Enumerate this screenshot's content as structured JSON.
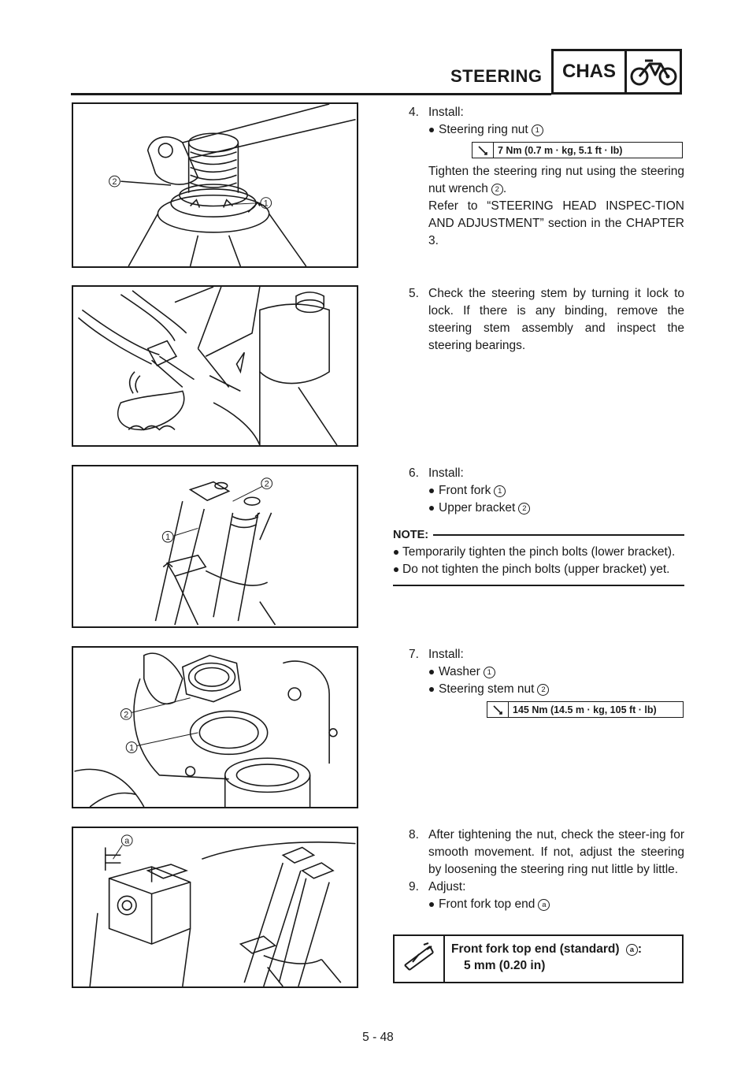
{
  "header": {
    "section_title": "STEERING",
    "section_code": "CHAS",
    "section_icon": "motorcycle-icon"
  },
  "figures": {
    "fig1": {
      "callouts": [
        "2",
        "1"
      ]
    },
    "fig2": {
      "callouts": []
    },
    "fig3": {
      "callouts": [
        "2",
        "1"
      ]
    },
    "fig4": {
      "callouts": [
        "2",
        "1"
      ]
    },
    "fig5": {
      "callouts": [
        "a"
      ]
    }
  },
  "steps": {
    "s4": {
      "num": "4.",
      "title": "Install:",
      "bullet1": "Steering ring nut",
      "bullet1_ref": "1",
      "torque": "7 Nm (0.7 m · kg, 5.1 ft · lb)",
      "para1_a": "Tighten the steering ring nut using the steering nut wrench",
      "para1_ref": "2",
      "para1_b": ".",
      "para2": "Refer to “STEERING HEAD INSPEC-TION AND ADJUSTMENT” section in the CHAPTER 3."
    },
    "s5": {
      "num": "5.",
      "text": "Check the steering stem by turning it lock to lock. If there is any binding, remove the steering stem assembly and inspect the steering bearings."
    },
    "s6": {
      "num": "6.",
      "title": "Install:",
      "bullet1": "Front fork",
      "bullet1_ref": "1",
      "bullet2": "Upper bracket",
      "bullet2_ref": "2",
      "note_label": "NOTE:",
      "note1": "Temporarily tighten the pinch bolts (lower bracket).",
      "note2": "Do not tighten the pinch bolts (upper bracket) yet."
    },
    "s7": {
      "num": "7.",
      "title": "Install:",
      "bullet1": "Washer",
      "bullet1_ref": "1",
      "bullet2": "Steering stem nut",
      "bullet2_ref": "2",
      "torque": "145 Nm (14.5 m · kg, 105 ft · lb)"
    },
    "s8": {
      "num": "8.",
      "text": "After tightening the nut, check the steer-ing for smooth movement. If not, adjust the steering by loosening the steering ring nut little by little."
    },
    "s9": {
      "num": "9.",
      "title": "Adjust:",
      "bullet1": "Front fork top end",
      "bullet1_ref": "a",
      "spec_label": "Front fork top end (standard)",
      "spec_ref": "a",
      "spec_colon": ":",
      "spec_value": "5 mm (0.20 in)"
    }
  },
  "footer": {
    "page_number": "5 - 48"
  }
}
